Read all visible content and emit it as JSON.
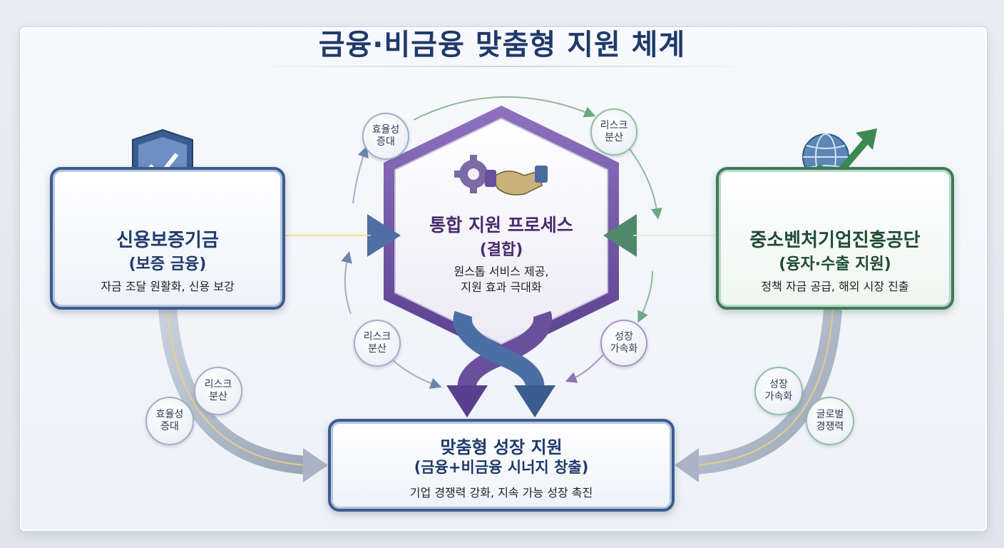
{
  "title": "금융·비금융 맞춤형 지원 체계",
  "left_box": {
    "title": "신용보증기금",
    "subtitle": "(보증 금융)",
    "desc": "자금 조달 원활화, 신용 보강"
  },
  "right_box": {
    "title": "중소벤처기업진흥공단",
    "subtitle": "(융자·수출 지원)",
    "desc": "정책 자금 공급, 해외 시장 진출"
  },
  "center": {
    "title": "통합 지원 프로세스",
    "subtitle": "(결합)",
    "desc_line1": "원스톱 서비스 제공,",
    "desc_line2": "지원 효과 극대화"
  },
  "bottom_box": {
    "title": "맞춤형 성장 지원",
    "subtitle": "(금융+비금융 시너지 창출)",
    "desc": "기업 경쟁력 강화, 지속 가능 성장 촉진"
  },
  "bubbles": {
    "top_left": "효율성\n증대",
    "top_right": "리스크\n분산",
    "mid_left": "리스크\n분산",
    "mid_right": "성장\n가속화",
    "low_left_1": "리스크\n분산",
    "low_left_2": "효율성\n증대",
    "low_right_1": "성장\n가속화",
    "low_right_2": "글로벌\n경쟁력"
  },
  "colors": {
    "navy": "#3b5c8f",
    "green": "#3f7a5a",
    "purple": "#6a4f9c",
    "title": "#1f3a6b"
  },
  "icons": {
    "left": [
      "shield-check-icon",
      "coin-stack-icon"
    ],
    "right": [
      "globe-icon",
      "growth-arrow-icon",
      "cargo-ship-icon"
    ],
    "center": [
      "gear-icon",
      "handshake-icon"
    ],
    "bottom": [
      "plant-in-hand-icon",
      "office-building-icon"
    ]
  }
}
